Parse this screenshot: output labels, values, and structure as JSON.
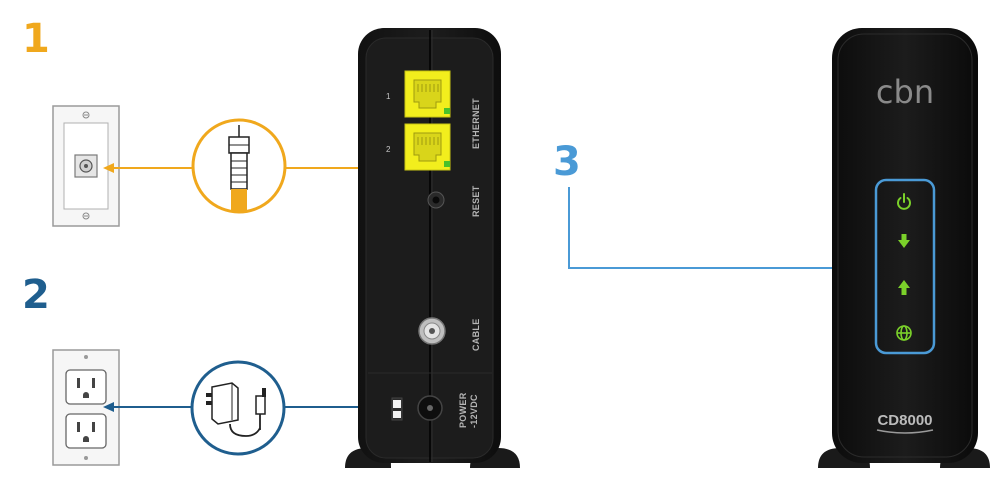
{
  "steps": [
    {
      "number": "1",
      "color": "#f0a81d"
    },
    {
      "number": "2",
      "color": "#1f5e8e"
    },
    {
      "number": "3",
      "color": "#4a9ad6"
    }
  ],
  "modem_back": {
    "port_numbers": [
      "1",
      "2"
    ],
    "labels": {
      "ethernet": "ETHERNET",
      "reset": "RESET",
      "cable": "CABLE",
      "power_line1": "POWER",
      "power_line2": "-12VDC"
    }
  },
  "modem_front": {
    "brand": "cbn",
    "model": "CD8000",
    "status_icons": [
      "power-icon",
      "download-arrow-icon",
      "upload-arrow-icon",
      "globe-icon"
    ],
    "led_color": "#7bd12a"
  },
  "colors": {
    "coax_line": "#f0a81d",
    "power_line": "#1f5e8e",
    "led_line": "#4a9ad6",
    "ethernet_port": "#f2ee1d"
  }
}
